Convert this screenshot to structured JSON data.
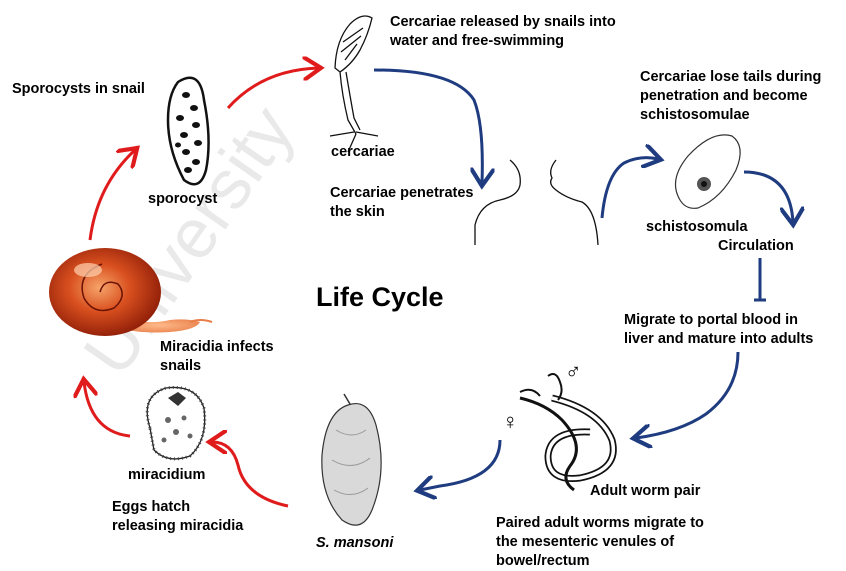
{
  "title": "Life Cycle",
  "watermark": "University",
  "labels": {
    "cercariae_released": [
      "Cercariae released by snails into",
      "water and free-swimming"
    ],
    "sporocysts_in_snail": "Sporocysts in snail",
    "cercariae": "cercariae",
    "sporocyst": "sporocyst",
    "penetrates": [
      "Cercariae penetrates",
      "the skin"
    ],
    "lose_tails": [
      "Cercariae lose tails during",
      "penetration and become",
      "schistosomulae"
    ],
    "schistosomula": "schistosomula",
    "circulation": "Circulation",
    "portal": [
      "Migrate to portal blood in",
      "liver and mature into adults"
    ],
    "miracidia_infects": [
      "Miracidia infects",
      "snails"
    ],
    "miracidium": "miracidium",
    "eggs_hatch": [
      "Eggs hatch",
      "releasing miracidia"
    ],
    "s_mansoni": "S. mansoni",
    "adult_pair": "Adult worm pair",
    "paired_migrate": [
      "Paired adult worms migrate to",
      "the mesenteric venules of",
      "bowel/rectum"
    ]
  },
  "symbols": {
    "male": "♂",
    "female": "♀"
  },
  "colors": {
    "host_stage_arrow": "#1f3c80",
    "snail_stage_arrow": "#e01b1b",
    "watermark": "#e8e8e8"
  }
}
